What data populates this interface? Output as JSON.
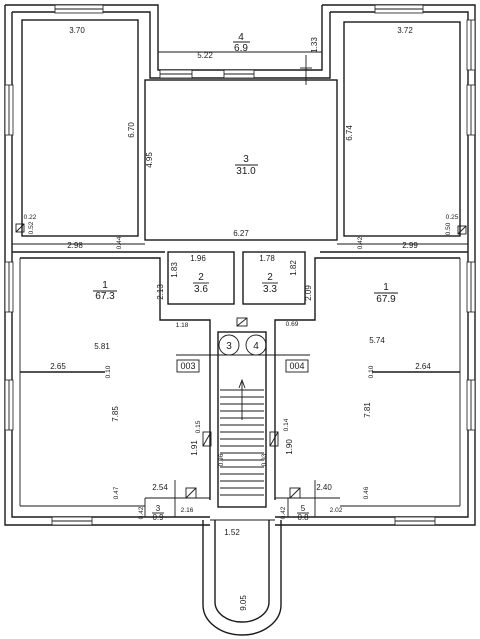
{
  "rooms": {
    "r3": {
      "num": "3",
      "area": "31.0"
    },
    "r4": {
      "num": "4",
      "area": "6.9"
    },
    "r1_left": {
      "num": "1",
      "area": "67.3"
    },
    "r1_right": {
      "num": "1",
      "area": "67.9"
    },
    "r2_left": {
      "num": "2",
      "area": "3.6"
    },
    "r2_right": {
      "num": "2",
      "area": "3.3"
    },
    "r3_small": {
      "num": "3",
      "area": "0.9"
    },
    "r5_small": {
      "num": "5",
      "area": "0.8"
    }
  },
  "axis": {
    "a3": "3",
    "a4": "4"
  },
  "markers": {
    "left": "003",
    "right": "004"
  },
  "dims": {
    "d370": "3.70",
    "d372": "3.72",
    "d522": "5.22",
    "d133": "1.33",
    "d670": "6.70",
    "d495": "4.95",
    "d674": "6.74",
    "d627": "6.27",
    "d022": "0.22",
    "d052": "0.52",
    "d025": "0.25",
    "d050": "0.50",
    "d298": "2.98",
    "d044": "0.44",
    "d299": "2.99",
    "d042": "0.42",
    "d196": "1.96",
    "d183": "1.83",
    "d178": "1.78",
    "d182": "1.82",
    "d213": "2.13",
    "d209": "2.09",
    "d118": "1.18",
    "d069": "0.69",
    "d581": "5.81",
    "d574": "5.74",
    "d265": "2.65",
    "d264": "2.64",
    "d010l": "0.10",
    "d010r": "0.10",
    "d785": "7.85",
    "d781": "7.81",
    "d015": "0.15",
    "d014": "0.14",
    "d191": "1.91",
    "d190": "1.90",
    "d096": "0.96",
    "d093": "0.93",
    "d047": "0.47",
    "d046": "0.46",
    "d254": "2.54",
    "d240": "2.40",
    "d042b": "0.42",
    "d042c": "0.42",
    "d216": "2.16",
    "d202": "2.02",
    "d152": "1.52",
    "d905": "9.05"
  }
}
